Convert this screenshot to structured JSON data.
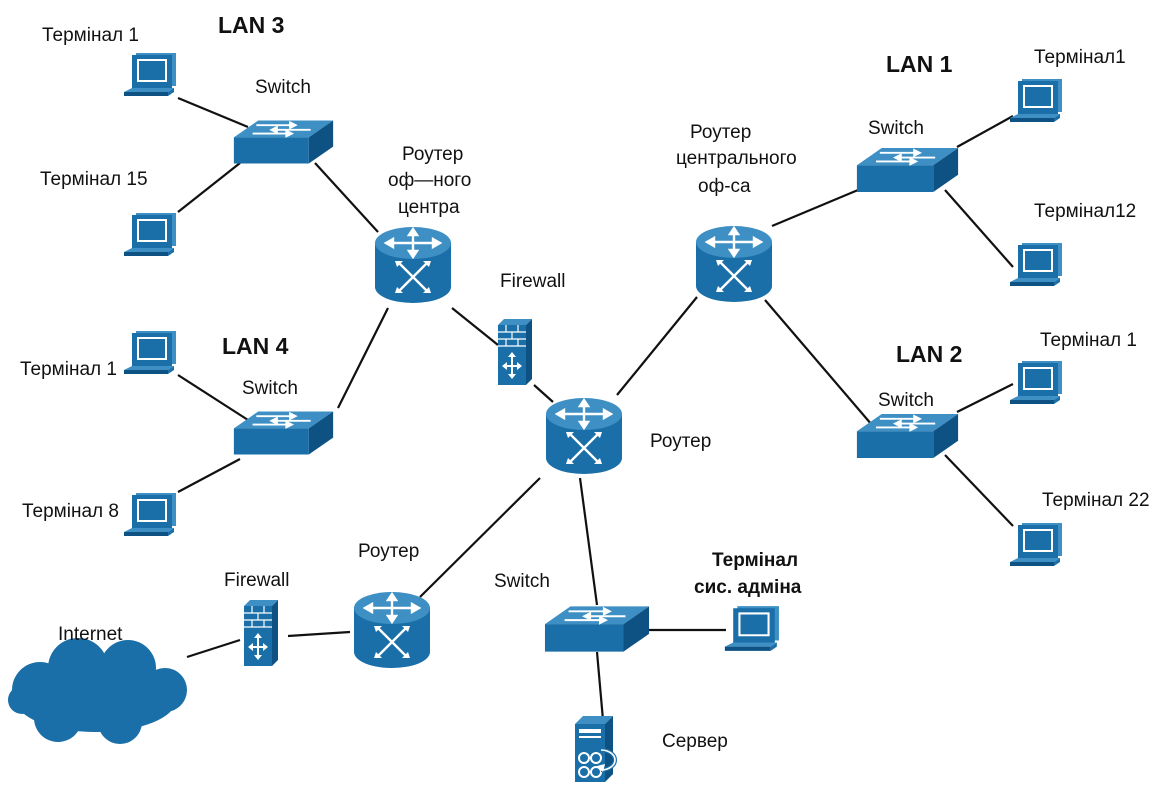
{
  "colors": {
    "device": "#1a6fa8",
    "device_dark": "#0e5183",
    "device_light": "#3d8fc4",
    "cloud": "#1a6fa8",
    "line": "#111111"
  },
  "lans": {
    "lan3": "LAN 3",
    "lan4": "LAN 4",
    "lan1": "LAN 1",
    "lan2": "LAN 2"
  },
  "labels": {
    "lan3_switch": "Switch",
    "lan3_t1": "Термінал 1",
    "lan3_t15": "Термінал 15",
    "lan4_switch": "Switch",
    "lan4_t1": "Термінал 1",
    "lan4_t8": "Термінал 8",
    "branch_router": [
      "Роутер",
      "оф—ного",
      "центра"
    ],
    "firewall_top": "Firewall",
    "central_router": [
      "Роутер",
      "центрального",
      "оф-са"
    ],
    "lan1_switch": "Switch",
    "lan1_t1": "Термінал1",
    "lan1_t12": "Термінал12",
    "lan2_switch": "Switch",
    "lan2_t1": "Термінал 1",
    "lan2_t22": "Термінал 22",
    "main_router": "Роутер",
    "inet_router": "Роутер",
    "firewall_bottom": "Firewall",
    "internet": "Internet",
    "admin_switch": "Switch",
    "admin_terminal": [
      "Термінал",
      "сис. адміна"
    ],
    "server": "Сервер"
  },
  "icons": {
    "terminal": "terminal-icon",
    "switch": "switch-icon",
    "router": "router-icon",
    "firewall": "firewall-icon",
    "server": "server-icon",
    "cloud": "cloud-icon"
  }
}
